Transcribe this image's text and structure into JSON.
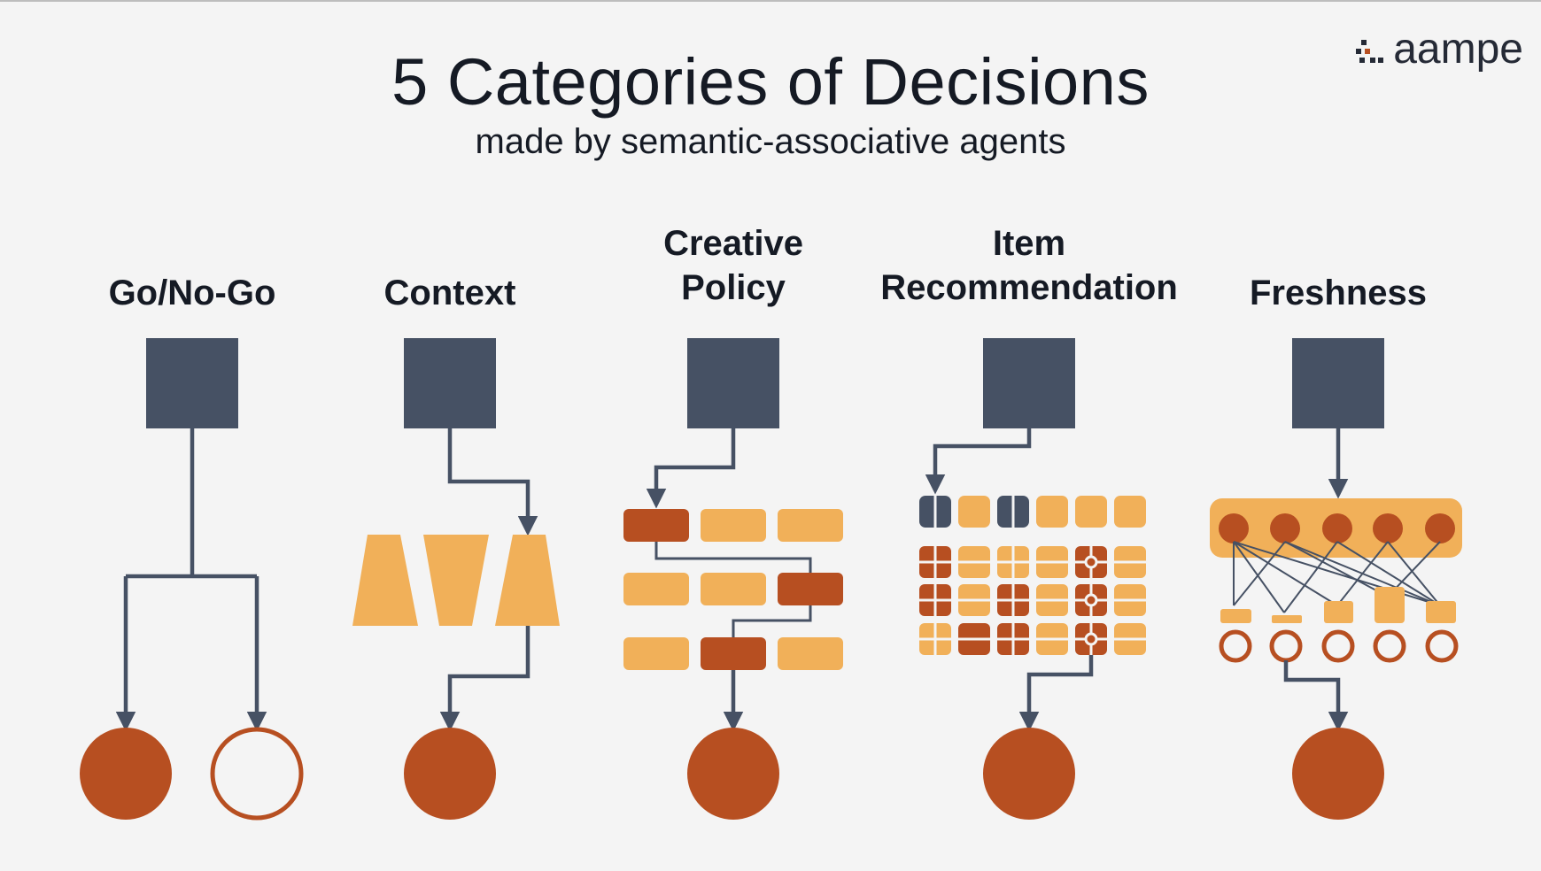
{
  "header": {
    "title": "5 Categories of Decisions",
    "subtitle": "made by semantic-associative agents"
  },
  "brand": {
    "name": "aampe",
    "icon": "aampe-logo-icon"
  },
  "categories": [
    {
      "label": "Go/No-Go"
    },
    {
      "label": "Context"
    },
    {
      "label": "Creative Policy"
    },
    {
      "label": "Item Recommendation"
    },
    {
      "label": "Freshness"
    }
  ],
  "colors": {
    "background": "#f4f4f4",
    "slate": "#465164",
    "orange_dark": "#b74f21",
    "orange_light": "#f1b059",
    "text": "#151a24"
  }
}
